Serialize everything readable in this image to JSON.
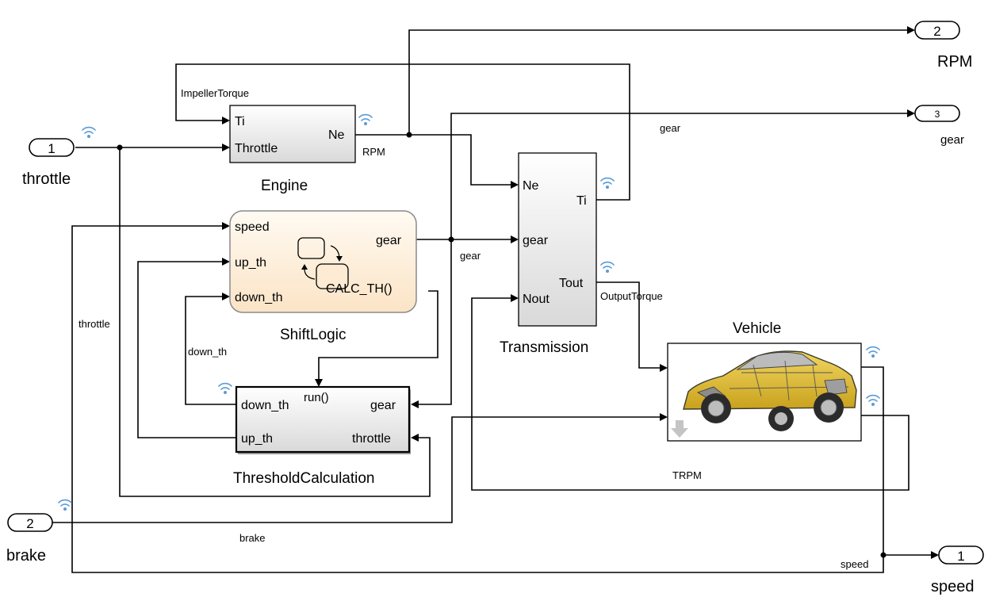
{
  "inports": [
    {
      "number": "1",
      "name": "throttle"
    },
    {
      "number": "2",
      "name": "brake"
    }
  ],
  "outports": [
    {
      "number": "2",
      "name": "RPM"
    },
    {
      "number": "3",
      "name": "gear"
    },
    {
      "number": "1",
      "name": "speed"
    }
  ],
  "blocks": {
    "engine": {
      "name": "Engine",
      "ports": [
        "Ti",
        "Throttle",
        "Ne"
      ]
    },
    "shiftlogic": {
      "name": "ShiftLogic",
      "ports": [
        "speed",
        "up_th",
        "down_th",
        "gear",
        "CALC_TH()"
      ]
    },
    "transmission": {
      "name": "Transmission",
      "ports": [
        "Ne",
        "gear",
        "Nout",
        "Ti",
        "Tout"
      ]
    },
    "threshold": {
      "name": "ThresholdCalculation",
      "ports": [
        "down_th",
        "run()",
        "gear",
        "up_th",
        "throttle"
      ]
    },
    "vehicle": {
      "name": "Vehicle"
    }
  },
  "signals": {
    "impeller_torque": "ImpellerTorque",
    "rpm": "RPM",
    "gear_top": "gear",
    "gear_mid": "gear",
    "output_torque": "OutputTorque",
    "throttle": "throttle",
    "down_th": "down_th",
    "trpm": "TRPM",
    "brake": "brake",
    "speed": "speed"
  },
  "colors": {
    "wire": "#000000",
    "block_fill_top": "#ffffff",
    "block_fill_bottom": "#d9d9d9",
    "stateflow_fill": "#fdebd3",
    "stateflow_border": "#8a8a8a",
    "log_icon": "#5b9bd5",
    "vehicle_body": "#e8c33a"
  },
  "icons": [
    "signal-logging-icon",
    "stateflow-chart-icon",
    "car-cutaway-image",
    "down-arrow-icon"
  ]
}
